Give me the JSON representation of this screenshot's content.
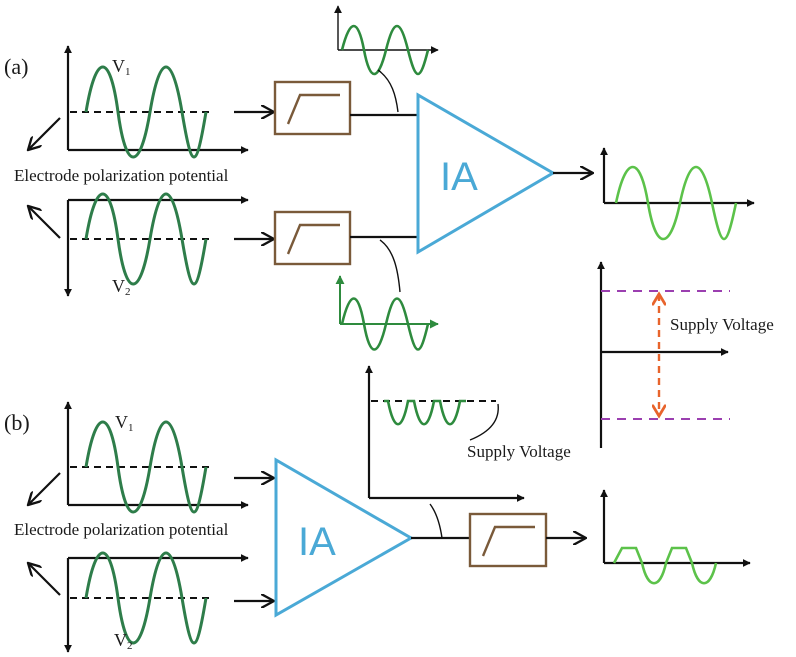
{
  "panels": {
    "a": {
      "label": "(a)",
      "v1": {
        "main": "V",
        "sub": "1"
      },
      "v2": {
        "main": "V",
        "sub": "2"
      },
      "electrode_label": "Electrode polarization potential",
      "amplifier_label": "IA"
    },
    "b": {
      "label": "(b)",
      "v1": {
        "main": "V",
        "sub": "1"
      },
      "v2": {
        "main": "V",
        "sub": "2"
      },
      "electrode_label": "Electrode polarization potential",
      "amplifier_label": "IA",
      "saturation_label": "Supply Voltage"
    }
  },
  "supply_range": {
    "label": "Supply Voltage"
  },
  "colors": {
    "amplifier": "#4aa9d6",
    "filter": "#7a5a3a",
    "input_wave": "#2e7d4a",
    "filtered_wave": "#2e8b3e",
    "output_wave": "#5cc24a",
    "supply_rail": "#9b3fb0",
    "supply_span": "#e8642c"
  }
}
